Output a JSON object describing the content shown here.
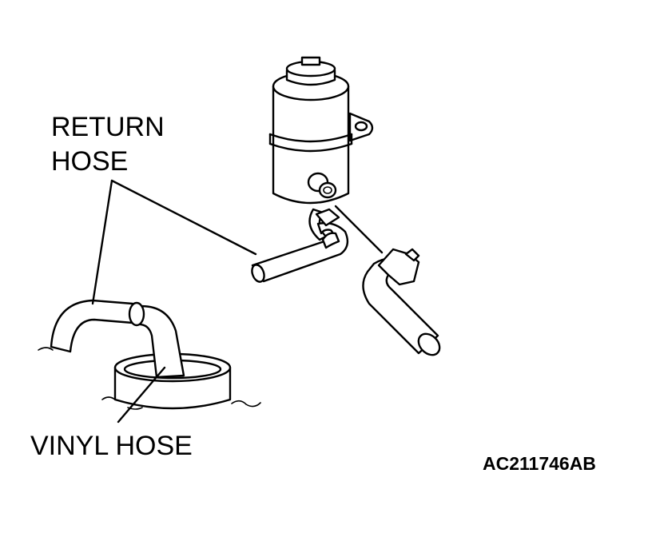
{
  "labels": {
    "return_hose_line1": "RETURN",
    "return_hose_line2": "HOSE",
    "vinyl_hose": "VINYL HOSE",
    "figure_code": "AC211746AB"
  },
  "colors": {
    "line": "#000000",
    "background": "#ffffff"
  }
}
